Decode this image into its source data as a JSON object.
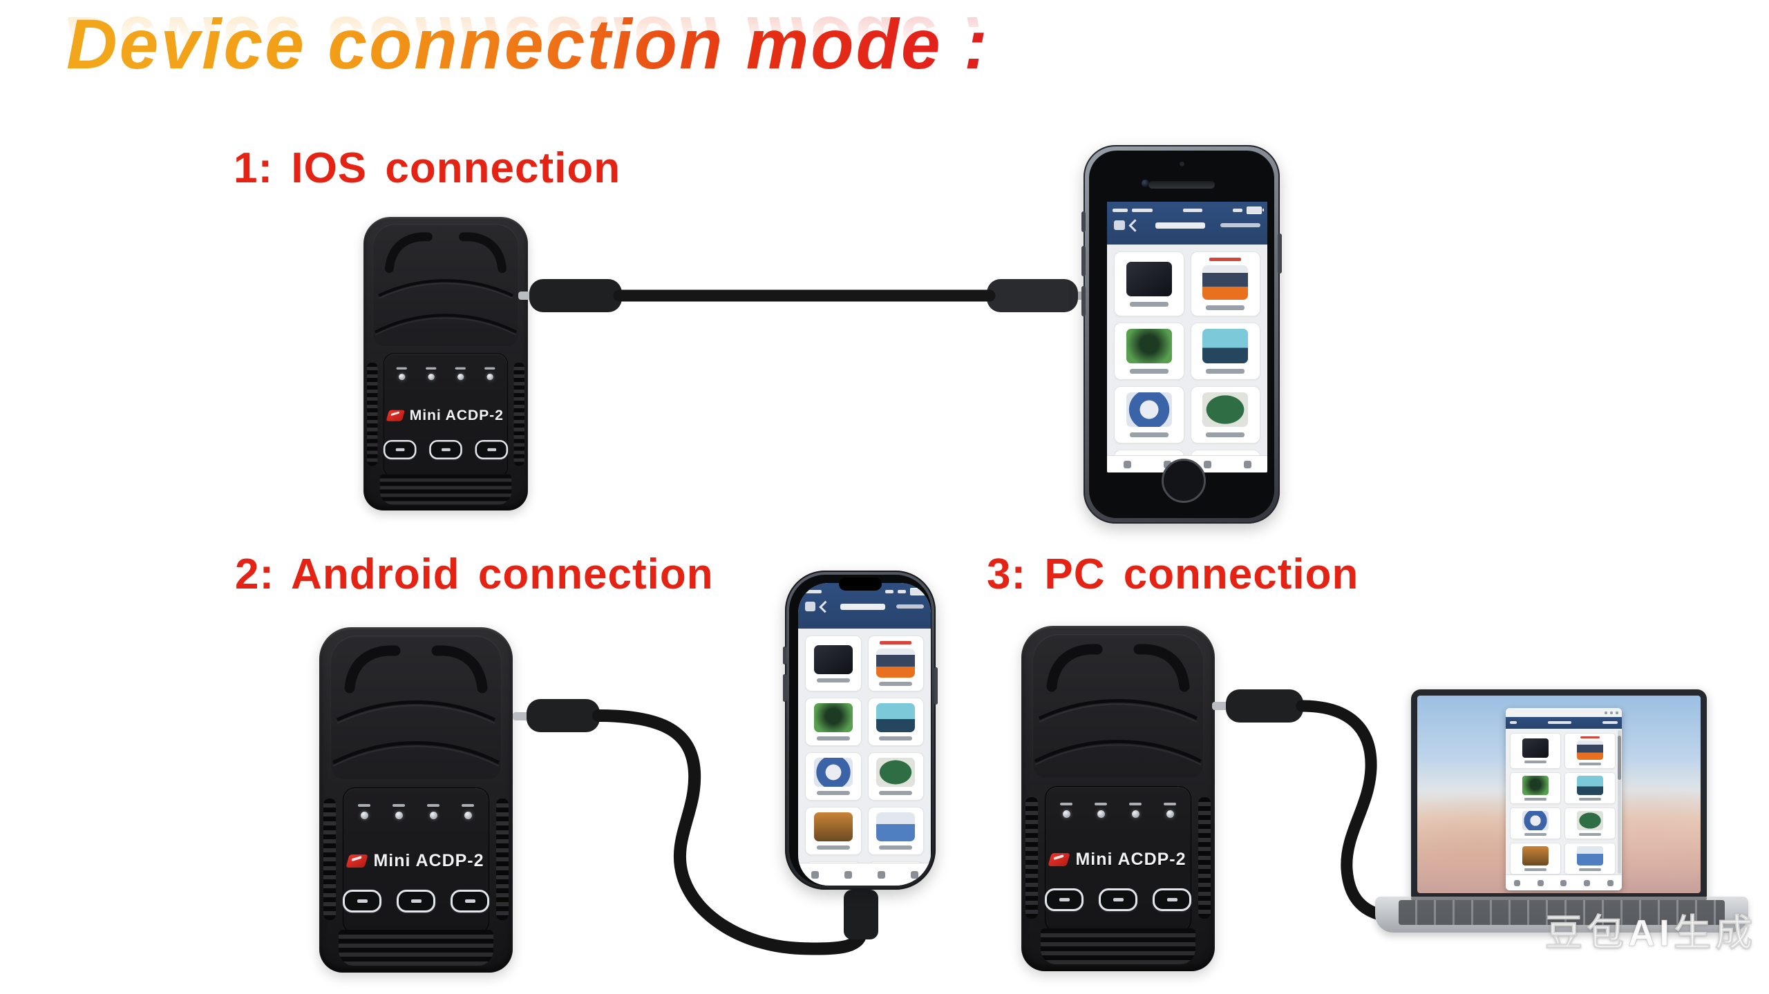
{
  "title": "Device connection mode :",
  "sections": {
    "ios": "1: IOS connection",
    "android": "2: Android connection",
    "pc": "3: PC connection"
  },
  "device_label": "Mini ACDP-2",
  "watermark": "豆包AI生成",
  "colors": {
    "title_gradient_start": "#F2A71B",
    "title_gradient_end": "#E01F1F",
    "heading_red": "#E42314",
    "app_header_blue": "#2C4A78",
    "device_body_black": "#1C1C1E",
    "brand_logo_red": "#D42520"
  },
  "icons": {
    "device_leds": "4 status LEDs with labels",
    "device_buttons": "3 oval keypad buttons",
    "phone_home_button": "round home button",
    "app_tiles": "vehicle-brand app tiles grid"
  }
}
